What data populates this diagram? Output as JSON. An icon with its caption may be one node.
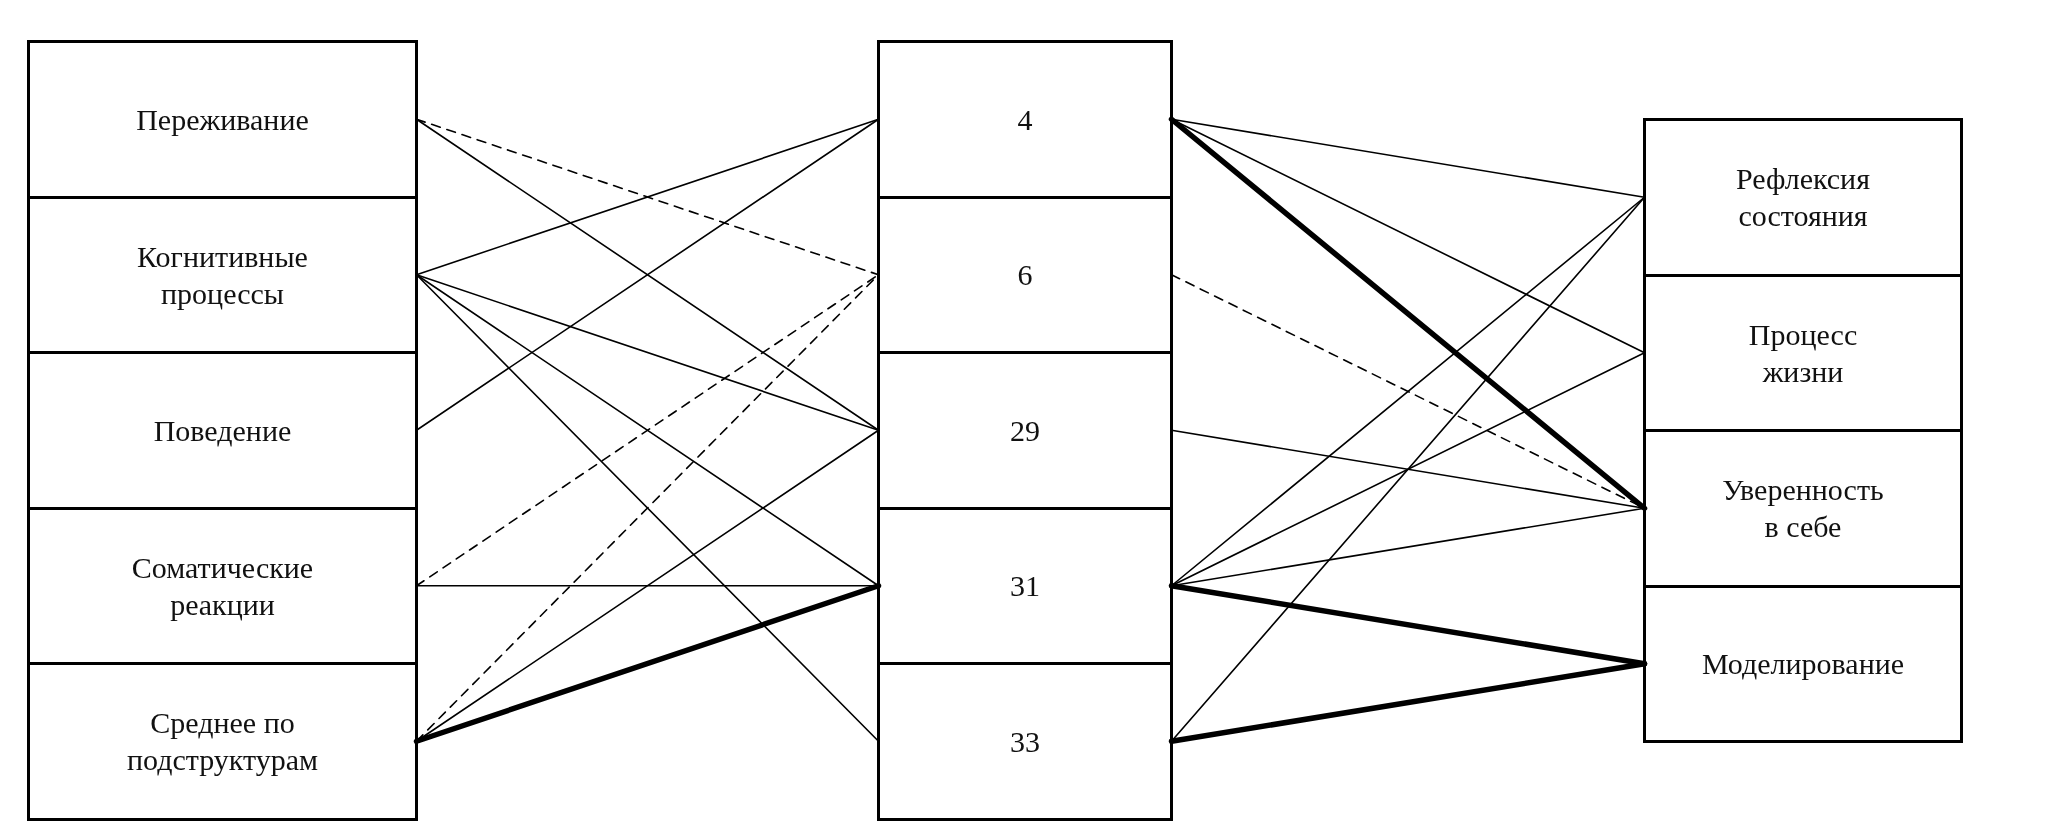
{
  "diagram": {
    "nodes": [
      {
        "text": [
          "Переживание"
        ]
      },
      {
        "text": [
          "Когнитивные процессы"
        ]
      },
      {
        "text": [
          "Поведение"
        ]
      },
      {
        "text": [
          "Соматические реакции"
        ]
      },
      {
        "text": [
          "Среднее по подструктурам"
        ]
      },
      {
        "text": [
          "4"
        ]
      },
      {
        "text": [
          "6"
        ]
      },
      {
        "text": [
          "29"
        ]
      },
      {
        "text": [
          "31"
        ]
      },
      {
        "text": [
          "33"
        ]
      },
      {
        "text": [
          "Рефлексия состояния"
        ]
      },
      {
        "text": [
          "Процесс жизни"
        ]
      },
      {
        "text": [
          "Уверенность в себе"
        ]
      },
      {
        "text": [
          "Моделирование"
        ]
      }
    ],
    "edges": [
      {
        "from": 0,
        "to": 6,
        "arrow": "none",
        "style": "dashed"
      },
      {
        "from": 0,
        "to": 7,
        "arrow": "none"
      },
      {
        "from": 1,
        "to": 5,
        "arrow": "none"
      },
      {
        "from": 1,
        "to": 7,
        "arrow": "none"
      },
      {
        "from": 1,
        "to": 8,
        "arrow": "none"
      },
      {
        "from": 1,
        "to": 9,
        "arrow": "none"
      },
      {
        "from": 2,
        "to": 5,
        "arrow": "none"
      },
      {
        "from": 3,
        "to": 6,
        "arrow": "none",
        "style": "dashed"
      },
      {
        "from": 3,
        "to": 8,
        "arrow": "none"
      },
      {
        "from": 4,
        "to": 6,
        "arrow": "none",
        "style": "dashed"
      },
      {
        "from": 4,
        "to": 7,
        "arrow": "none"
      },
      {
        "from": 4,
        "to": 8,
        "arrow": "none",
        "style": "thick"
      },
      {
        "from": 5,
        "to": 10,
        "arrow": "none"
      },
      {
        "from": 5,
        "to": 11,
        "arrow": "none"
      },
      {
        "from": 5,
        "to": 12,
        "arrow": "none",
        "style": "thick"
      },
      {
        "from": 6,
        "to": 12,
        "arrow": "none",
        "style": "dashed"
      },
      {
        "from": 7,
        "to": 12,
        "arrow": "none"
      },
      {
        "from": 8,
        "to": 10,
        "arrow": "none"
      },
      {
        "from": 8,
        "to": 11,
        "arrow": "none"
      },
      {
        "from": 8,
        "to": 12,
        "arrow": "none"
      },
      {
        "from": 8,
        "to": 13,
        "arrow": "none",
        "style": "thick"
      },
      {
        "from": 9,
        "to": 10,
        "arrow": "none"
      },
      {
        "from": 9,
        "to": 13,
        "arrow": "none",
        "style": "thick"
      }
    ]
  }
}
